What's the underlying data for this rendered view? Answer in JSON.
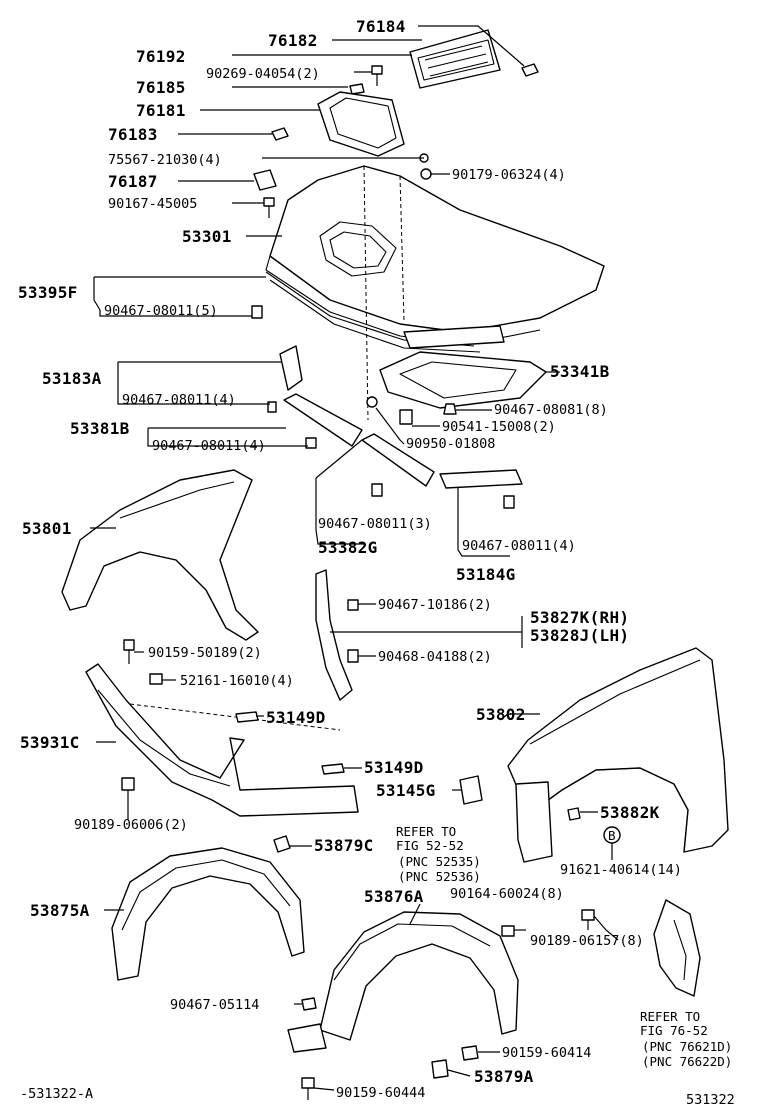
{
  "labels": {
    "p76184": "76184",
    "p76192": "76192",
    "p76182": "76182",
    "p90269": "90269-04054(2)",
    "p76185": "76185",
    "p76181": "76181",
    "p76183": "76183",
    "p75567": "75567-21030(4)",
    "p90179": "90179-06324(4)",
    "p76187": "76187",
    "p90167": "90167-45005",
    "p53301": "53301",
    "p53395f": "53395F",
    "p90467_5": "90467-08011(5)",
    "p53183a": "53183A",
    "p90467_4a": "90467-08011(4)",
    "p53341b": "53341B",
    "p90467_08081": "90467-08081(8)",
    "p90541": "90541-15008(2)",
    "p53381b": "53381B",
    "p90467_4b": "90467-08011(4)",
    "p90950": "90950-01808",
    "p53801": "53801",
    "p90467_3": "90467-08011(3)",
    "p53382g": "53382G",
    "p90467_4c": "90467-08011(4)",
    "p53184g": "53184G",
    "p90467_10186": "90467-10186(2)",
    "p53827k": "53827K(RH)",
    "p53828j": "53828J(LH)",
    "p90159_50189": "90159-50189(2)",
    "p90468": "90468-04188(2)",
    "p52161": "52161-16010(4)",
    "p53149d_a": "53149D",
    "p53802": "53802",
    "p53931c": "53931C",
    "p53149d_b": "53149D",
    "p53145g": "53145G",
    "p53882k": "53882K",
    "p90189_06006": "90189-06006(2)",
    "p53879c": "53879C",
    "p91621": "91621-40614(14)",
    "p53875a": "53875A",
    "p53876a": "53876A",
    "p90164": "90164-60024(8)",
    "p90189_06157": "90189-06157(8)",
    "p90467_05114": "90467-05114",
    "p90159_60414": "90159-60414",
    "p53879a": "53879A",
    "p90159_60444": "90159-60444",
    "b_marker": "B"
  },
  "references": {
    "ref1_l1": "REFER TO",
    "ref1_l2": "FIG 52-52",
    "ref1_l3": "(PNC 52535)",
    "ref1_l4": "(PNC 52536)",
    "ref2_l1": "REFER TO",
    "ref2_l2": "FIG 76-52",
    "ref2_l3": "(PNC 76621D)",
    "ref2_l4": "(PNC 76622D)"
  },
  "footer": {
    "left_code": "-531322-A",
    "right_code": "531322"
  }
}
